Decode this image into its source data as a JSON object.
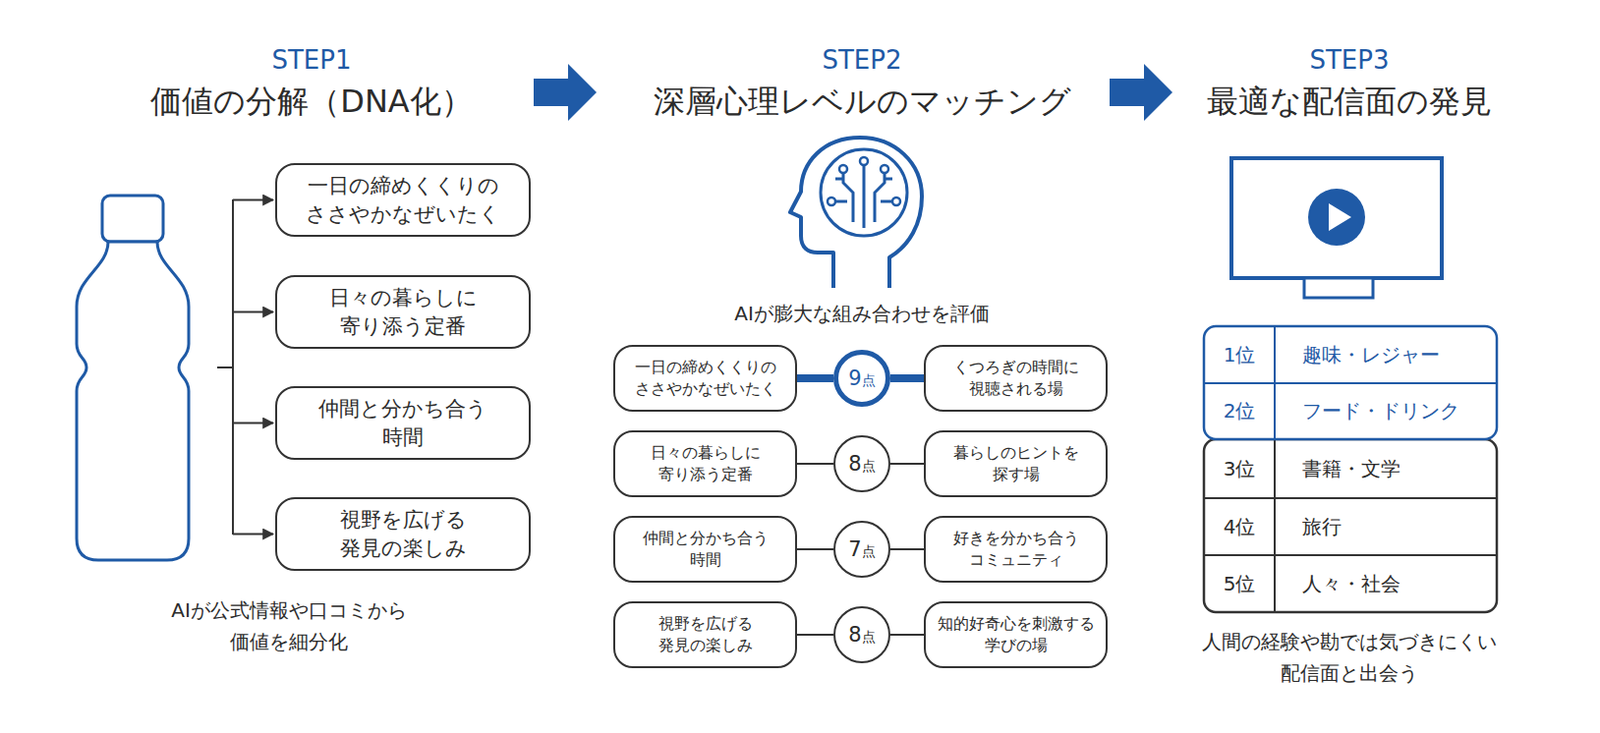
{
  "diagram": {
    "nodes": [
      {
        "text": [
          "一日の締めくくりの ささやかなぜいたく"
        ]
      },
      {
        "text": [
          "日々の暮らしに 寄り添う定番"
        ]
      },
      {
        "text": [
          "仲間と分かち合う 時間"
        ]
      },
      {
        "text": [
          "視野を広げる 発見の楽しみ"
        ]
      },
      {
        "text": [
          "一日の締めくくりの ささやかなぜいたく"
        ]
      },
      {
        "text": [
          "9点"
        ]
      },
      {
        "text": [
          "くつろぎの時間に 視聴される場"
        ]
      },
      {
        "text": [
          "日々の暮らしに 寄り添う定番"
        ]
      },
      {
        "text": [
          "8点"
        ]
      },
      {
        "text": [
          "暮らしのヒントを 探す場"
        ]
      },
      {
        "text": [
          "仲間と分かち合う 時間"
        ]
      },
      {
        "text": [
          "7点"
        ]
      },
      {
        "text": [
          "好きを分かち合う コミュニティ"
        ]
      },
      {
        "text": [
          "視野を広げる 発見の楽しみ"
        ]
      },
      {
        "text": [
          "8点"
        ]
      },
      {
        "text": [
          "知的好奇心を刺激する 学びの場"
        ]
      }
    ],
    "edges": [
      {
        "from": 4,
        "to": 5,
        "arrow": "none"
      },
      {
        "from": 5,
        "to": 6,
        "arrow": "none"
      },
      {
        "from": 7,
        "to": 8,
        "arrow": "none"
      },
      {
        "from": 8,
        "to": 9,
        "arrow": "none"
      },
      {
        "from": 10,
        "to": 11,
        "arrow": "none"
      },
      {
        "from": 11,
        "to": 12,
        "arrow": "none"
      },
      {
        "from": 13,
        "to": 14,
        "arrow": "none"
      },
      {
        "from": 14,
        "to": 15,
        "arrow": "none"
      }
    ],
    "labels": [
      "STEP1",
      "価値の分解（DNA化）",
      "STEP2",
      "深層心理レベルのマッチング",
      "STEP3",
      "最適な配信面の発見",
      "AIが公式情報や口コミから 価値を細分化",
      "AIが膨大な組み合わせを評価",
      "1位",
      "趣味・レジャー",
      "2位",
      "フード・ドリンク",
      "3位",
      "書籍・文学",
      "4位",
      "旅行",
      "5位",
      "人々・社会",
      "人間の経験や勘では気づきにくい 配信面と出会う"
    ]
  }
}
